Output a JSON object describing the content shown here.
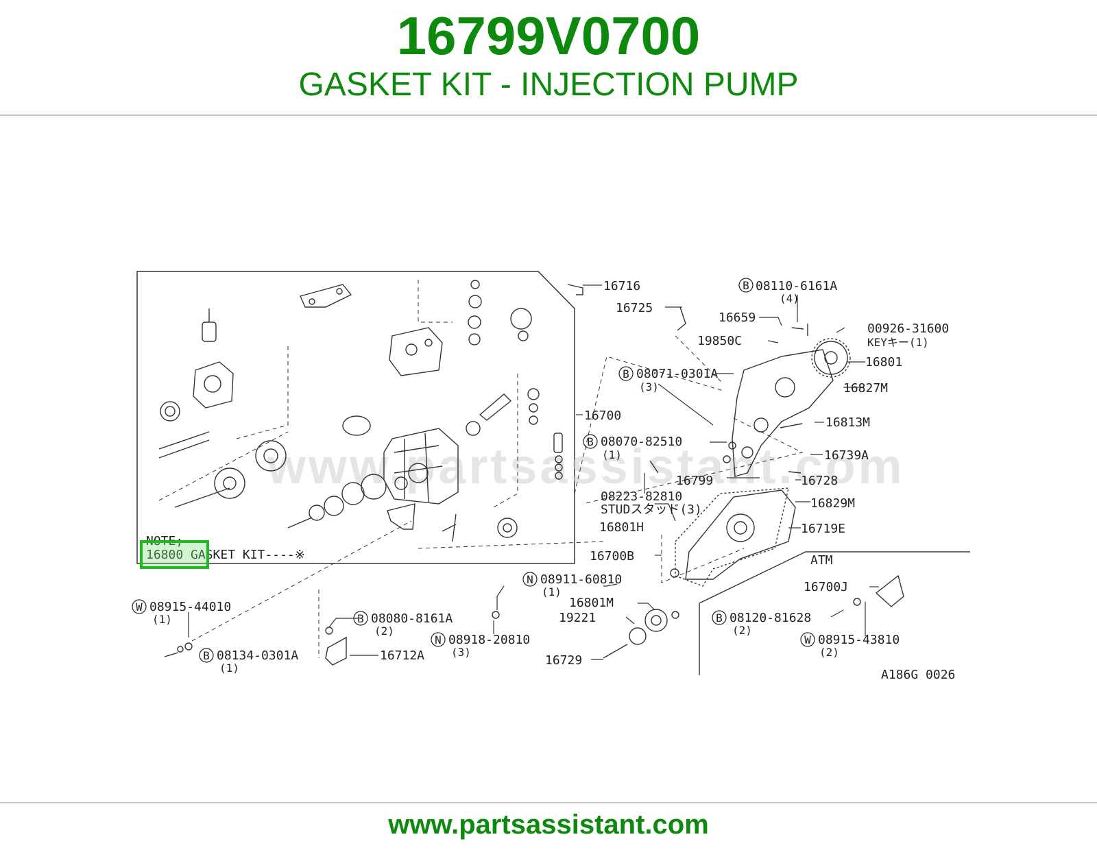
{
  "header": {
    "part_number": "16799V0700",
    "title": "GASKET KIT - INJECTION PUMP"
  },
  "footer": {
    "url": "www.partsassistant.com"
  },
  "colors": {
    "brand_green": "#0d8a0d",
    "highlight_green": "#22b822",
    "rule_gray": "#c8c8c8"
  },
  "diagram": {
    "watermark": "www.partsassistant.com",
    "code": "A186G 0026",
    "note": {
      "line1": "NOTE;",
      "line2": "16800 GASKET KIT----※",
      "highlighted": "16800"
    },
    "labels": {
      "p16716": "16716",
      "p16725": "16725",
      "p08110": "08110-6161A",
      "p08110_qty": "(4)",
      "p16659": "16659",
      "p00926": "00926-31600",
      "key": "KEYキー(1)",
      "p19850c": "19850C",
      "p16801": "16801",
      "p08071": "08071-0301A",
      "p08071_qty": "(3)",
      "p16827m": "16827M",
      "p16700": "16700",
      "p16813m": "16813M",
      "p08070": "08070-82510",
      "p08070_qty": "(1)",
      "p16739a": "16739A",
      "p16799": "16799",
      "p16728": "16728",
      "p08223": "08223-82810",
      "stud": "STUDスタッド(3)",
      "p16829m": "16829M",
      "p16801h": "16801H",
      "p16719e": "16719E",
      "p16700b": "16700B",
      "atm": "ATM",
      "p08911": "08911-60810",
      "p08911_qty": "(1)",
      "p16700j": "16700J",
      "p08915_44": "08915-44010",
      "p08915_44_qty": "(1)",
      "p16801m": "16801M",
      "p08080": "08080-8161A",
      "p08080_qty": "(2)",
      "p19221": "19221",
      "p08120": "08120-81628",
      "p08120_qty": "(2)",
      "p08918": "08918-20810",
      "p08918_qty": "(3)",
      "p08915_43": "08915-43810",
      "p08915_43_qty": "(2)",
      "p08134": "08134-0301A",
      "p08134_qty": "(1)",
      "p16712a": "16712A",
      "p16729": "16729"
    },
    "circle_letters": {
      "b": "B",
      "n": "N",
      "w": "W"
    }
  }
}
